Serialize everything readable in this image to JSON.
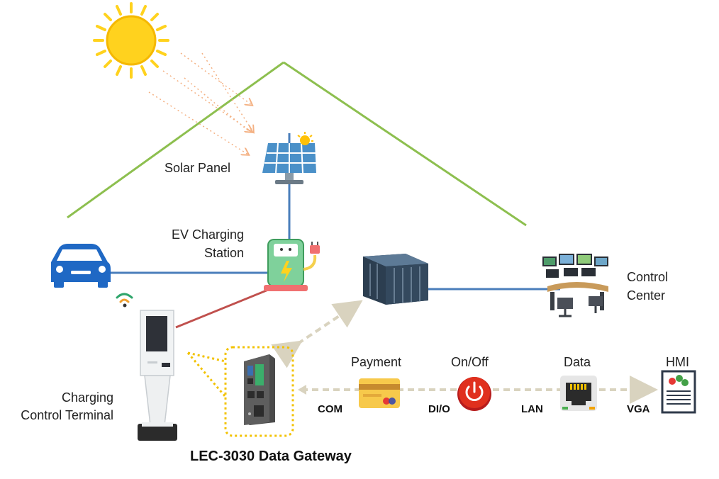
{
  "labels": {
    "solar_panel": "Solar Panel",
    "ev_station_line1": "EV Charging",
    "ev_station_line2": "Station",
    "control_center_line1": "Control",
    "control_center_line2": "Center",
    "terminal_line1": "Charging",
    "terminal_line2": "Control Terminal",
    "payment": "Payment",
    "onoff": "On/Off",
    "data": "Data",
    "hmi": "HMI",
    "gateway_title": "LEC-3030 Data Gateway"
  },
  "interfaces": {
    "com": "COM",
    "dio": "DI/O",
    "lan": "LAN",
    "vga": "VGA"
  },
  "colors": {
    "roof_line": "#8DBF4F",
    "blue_link": "#4A7EBB",
    "red_link": "#C0504D",
    "dashed_link": "#D9D3BF",
    "gateway_box": "#F2C200",
    "sun": "#FFD21E",
    "sun_rays": "#F5C542",
    "power_button": "#E0301E"
  },
  "icons": [
    "sun-icon",
    "solar-panel-icon",
    "car-icon",
    "ev-charger-icon",
    "wifi-icon",
    "kiosk-icon",
    "server-rack-icon",
    "control-center-icon",
    "gateway-device-icon",
    "credit-card-icon",
    "power-button-icon",
    "ethernet-port-icon",
    "hmi-icon"
  ]
}
